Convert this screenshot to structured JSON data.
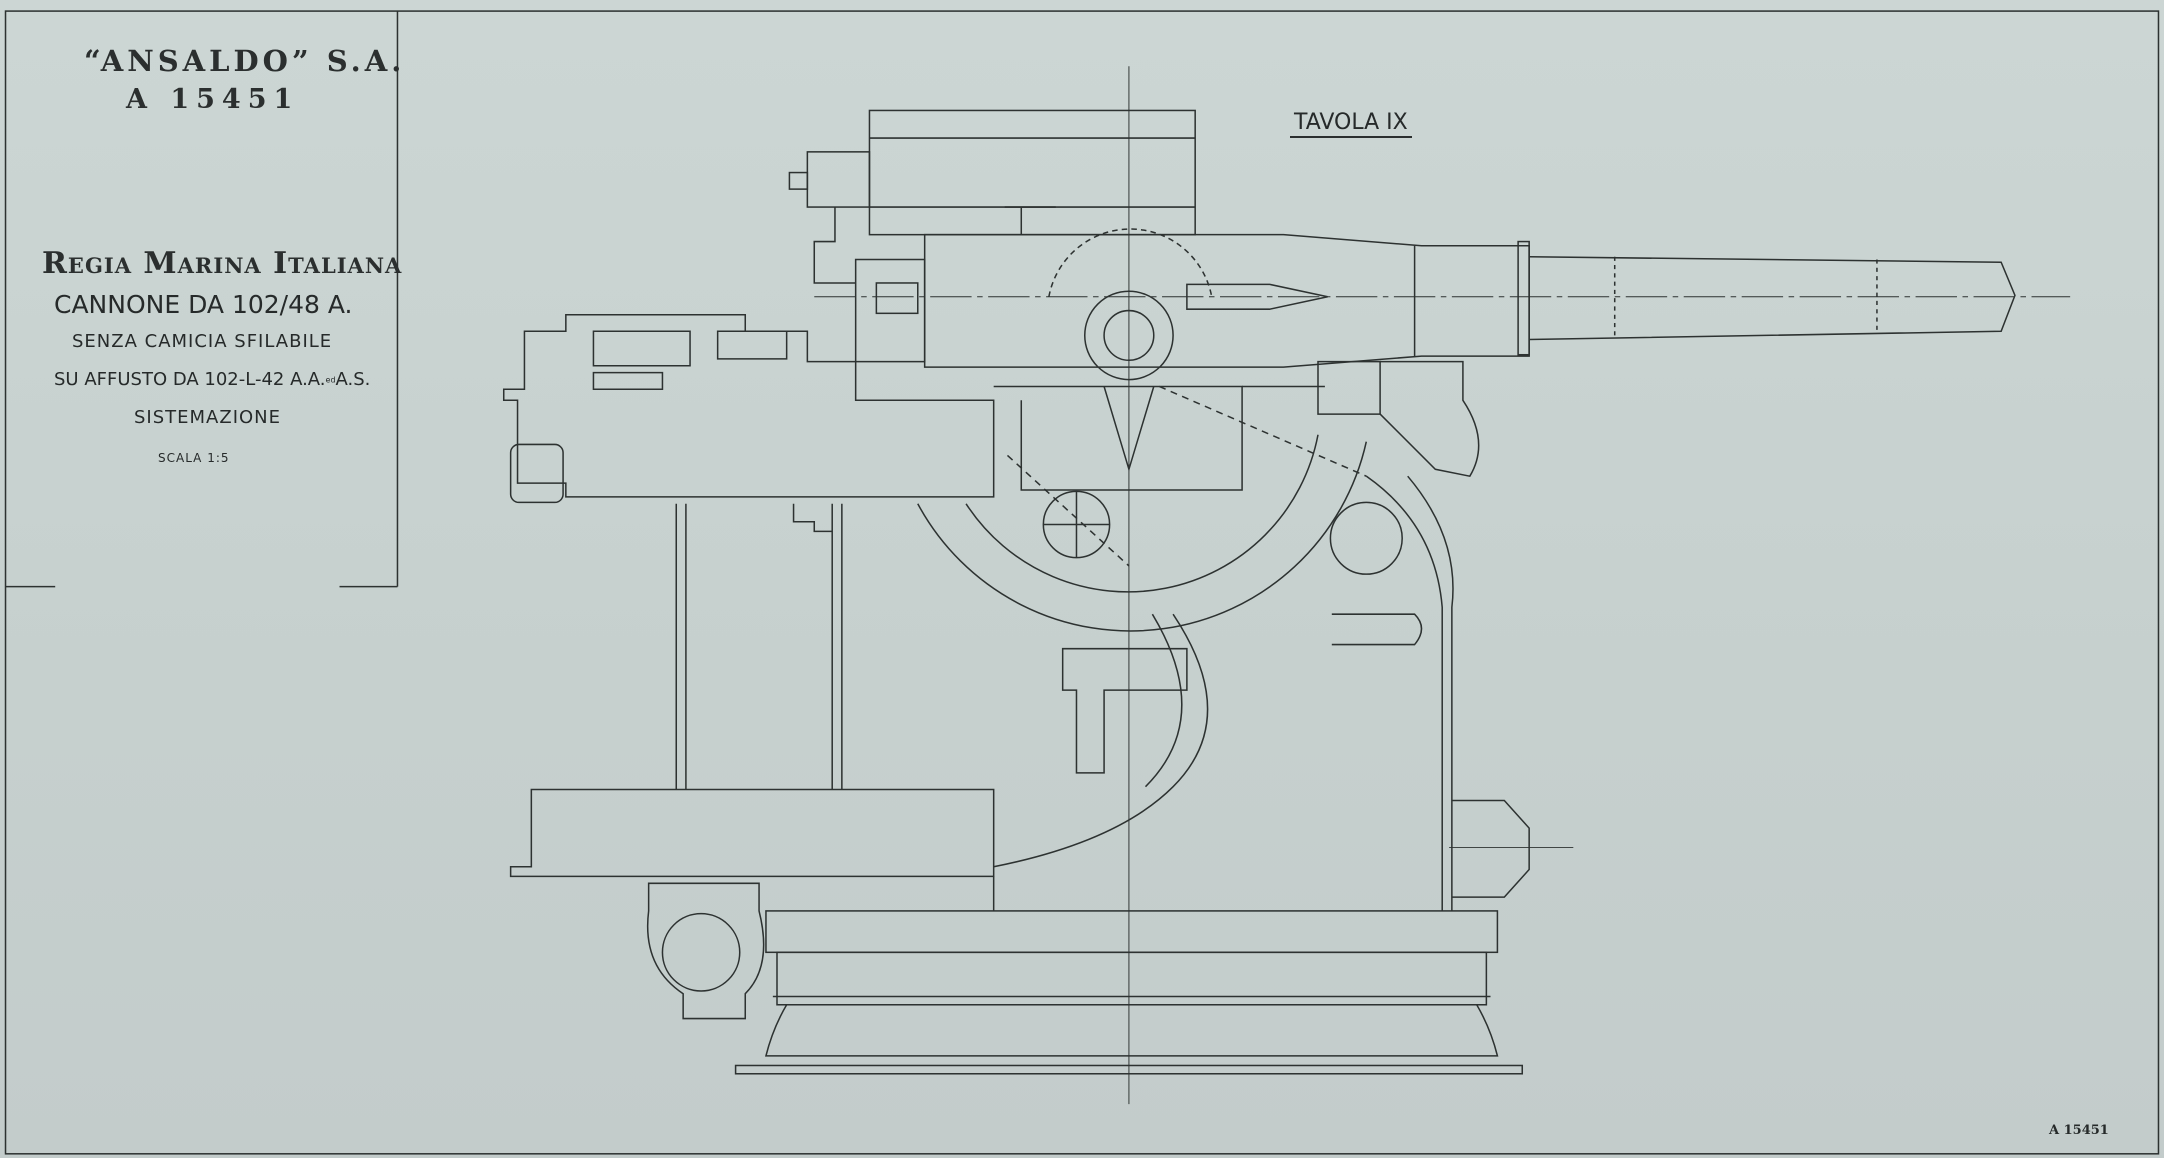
{
  "title_block": {
    "maker": "“ANSALDO” S.A.",
    "drawing_number": "A 15451",
    "navy": "Regia Marina Italiana",
    "gun": "CANNONE DA 102/48 A.",
    "subtitle_1": "SENZA CAMICIA SFILABILE",
    "subtitle_2_main": "SU AFFUSTO DA 102-L-42 A.A.",
    "subtitle_2_ed": "ed",
    "subtitle_2_end": "A.S.",
    "subtitle_3": "SISTEMAZIONE",
    "scale": "SCALA 1:5"
  },
  "plate_label": "TAVOLA IX",
  "footer_code": "A 15451",
  "colors": {
    "paper": "#c9d3d1",
    "ink": "#262a2a"
  }
}
